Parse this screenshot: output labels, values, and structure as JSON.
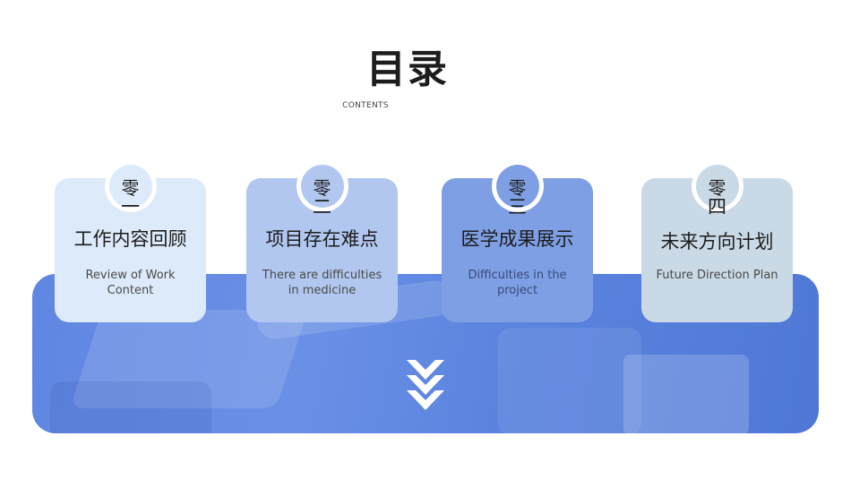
{
  "header": {
    "title": "目录",
    "subtitle": "CONTENTS"
  },
  "cards": [
    {
      "badge": "零",
      "number": "一",
      "title_cn": "工作内容回顾",
      "title_en": "Review of Work Content"
    },
    {
      "badge": "零",
      "number": "二",
      "title_cn": "项目存在难点",
      "title_en": "There are difficulties in medicine"
    },
    {
      "badge": "零",
      "number": "三",
      "title_cn": "医学成果展示",
      "title_en": "Difficulties in the project"
    },
    {
      "badge": "零",
      "number": "四",
      "title_cn": "未来方向计划",
      "title_en": "Future Direction Plan"
    }
  ],
  "icons": {
    "scroll_down": "double-chevron-down-icon"
  },
  "colors": {
    "band": "#5f86e2",
    "card_1": "#ddeaf9",
    "card_2": "#b1c7ef",
    "card_3": "#7f9fe5",
    "card_4": "#cad9e6",
    "title": "#1c1c1c"
  }
}
